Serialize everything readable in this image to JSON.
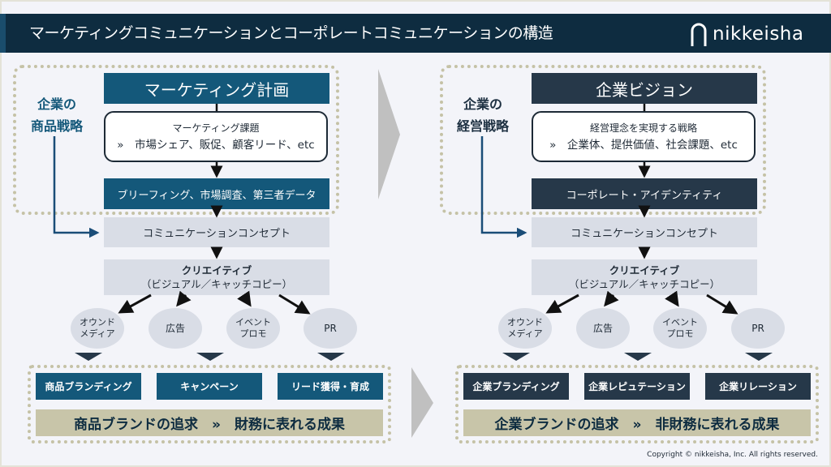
{
  "header": {
    "title": "マーケティングコミュニケーションとコーポレートコミュニケーションの構造",
    "logo_text": "nikkeisha",
    "logo_icon": "arch-icon"
  },
  "colors": {
    "header_bg": "#0e2c40",
    "marketing_blue": "#14587a",
    "corporate_navy": "#263849",
    "process_grey": "#d9dde6",
    "outcome_tan": "#c8c5a9",
    "dotted_border": "#c5c2a6",
    "transition_arrow": "#c0c0c0"
  },
  "left": {
    "side_label_line1": "企業の",
    "side_label_line2": "商品戦略",
    "top_box": "マーケティング計画",
    "issue_title": "マーケティング課題",
    "issue_detail": "»　市場シェア、販促、顧客リード、etc",
    "input_box": "ブリーフィング、市場調査、第三者データ",
    "concept": "コミュニケーションコンセプト",
    "creative_line1": "クリエイティブ",
    "creative_line2": "（ビジュアル／キャッチコピー）",
    "channels": [
      {
        "line1": "オウンド",
        "line2": "メディア"
      },
      {
        "line1": "広告",
        "line2": ""
      },
      {
        "line1": "イベント",
        "line2": "プロモ"
      },
      {
        "line1": "PR",
        "line2": ""
      }
    ],
    "results": [
      "商品ブランディング",
      "キャンペーン",
      "リード獲得・育成"
    ],
    "outcome": "商品ブランドの追求　»　財務に表れる成果"
  },
  "right": {
    "side_label_line1": "企業の",
    "side_label_line2": "経営戦略",
    "top_box": "企業ビジョン",
    "issue_title": "経営理念を実現する戦略",
    "issue_detail": "»　企業体、提供価値、社会課題、etc",
    "input_box": "コーポレート・アイデンティティ",
    "concept": "コミュニケーションコンセプト",
    "creative_line1": "クリエイティブ",
    "creative_line2": "（ビジュアル／キャッチコピー）",
    "channels": [
      {
        "line1": "オウンド",
        "line2": "メディア"
      },
      {
        "line1": "広告",
        "line2": ""
      },
      {
        "line1": "イベント",
        "line2": "プロモ"
      },
      {
        "line1": "PR",
        "line2": ""
      }
    ],
    "results": [
      "企業ブランディング",
      "企業レピュテーション",
      "企業リレーション"
    ],
    "outcome": "企業ブランドの追求　»　非財務に表れる成果"
  },
  "footer": {
    "copyright": "Copyright © nikkeisha, Inc. All rights reserved."
  }
}
